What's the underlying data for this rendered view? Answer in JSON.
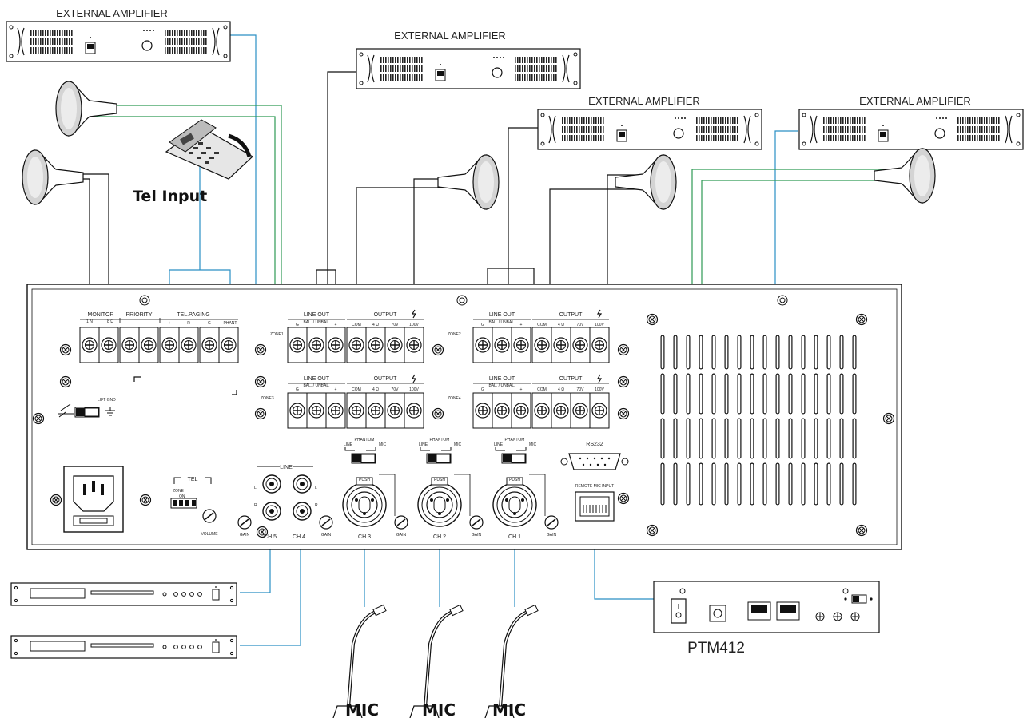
{
  "amplifiers": [
    {
      "label": "EXTERNAL AMPLIFIER"
    },
    {
      "label": "EXTERNAL AMPLIFIER"
    },
    {
      "label": "EXTERNAL AMPLIFIER"
    },
    {
      "label": "EXTERNAL AMPLIFIER"
    }
  ],
  "tel_input": {
    "label": "Tel Input"
  },
  "panel": {
    "monitor": "MONITOR",
    "monitor_sub": [
      "1 N",
      "8 Ω"
    ],
    "priority": "PRIORITY",
    "tel_paging": "TEL.PAGING",
    "tel_paging_sub": [
      "+",
      "R",
      "G",
      "PHANT"
    ],
    "lift_gnd": "LIFT GND",
    "zones": [
      {
        "name": "ZONE1",
        "line_out": "LINE OUT",
        "line_out_sub": "BAL. / UNBAL.",
        "output": "OUTPUT"
      },
      {
        "name": "ZONE2",
        "line_out": "LINE OUT",
        "line_out_sub": "BAL. / UNBAL.",
        "output": "OUTPUT"
      },
      {
        "name": "ZONE3",
        "line_out": "LINE OUT",
        "line_out_sub": "BAL. / UNBAL.",
        "output": "OUTPUT"
      },
      {
        "name": "ZONE4",
        "line_out": "LINE OUT",
        "line_out_sub": "BAL. / UNBAL.",
        "output": "OUTPUT"
      }
    ],
    "line_out_terms": [
      "G",
      "−",
      "+"
    ],
    "output_terms": [
      "COM",
      "4 Ω",
      "70V",
      "100V"
    ],
    "phantom": "PHANTOM",
    "phantom_line": "LINE",
    "phantom_mic": "MIC",
    "tel": "TEL",
    "zone_small": "ZONE",
    "on": "ON",
    "volume": "VOLUME",
    "line": "LINE",
    "ch5": "CH 5",
    "ch4": "CH 4",
    "ch3": "CH 3",
    "ch2": "CH 2",
    "ch1": "CH 1",
    "gain": "GAIN",
    "push": "PUSH",
    "lr": [
      "L",
      "R"
    ],
    "rs232": "RS232",
    "remote_mic": "REMOTE MIC INPUT"
  },
  "mics": [
    {
      "label": "MIC"
    },
    {
      "label": "MIC"
    },
    {
      "label": "MIC"
    }
  ],
  "remote": {
    "label": "PTM412"
  },
  "colors": {
    "blue_wire": "#2a8fc4",
    "green_wire": "#2e9a55",
    "line": "#111111"
  }
}
